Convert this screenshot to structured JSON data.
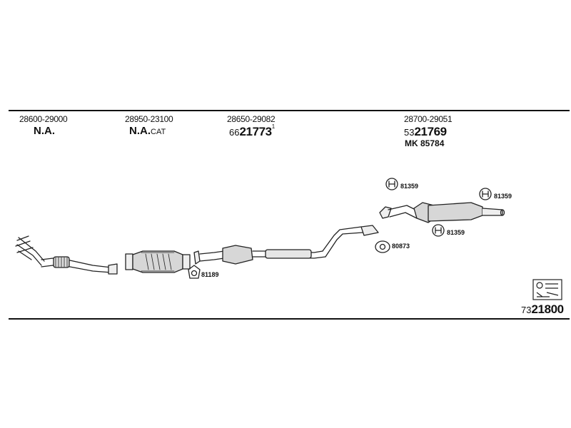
{
  "sections": [
    {
      "oe_number": "28600-29000",
      "part_label": "N.A.",
      "part_suffix": ""
    },
    {
      "oe_number": "28950-23100",
      "part_label": "N.A.",
      "part_suffix": "CAT"
    },
    {
      "oe_number": "28650-29082",
      "pn_prefix": "66",
      "pn_main": "21773",
      "pn_sup": "1"
    },
    {
      "oe_number": "28700-29051",
      "pn_prefix": "53",
      "pn_main": "21769",
      "extra": "MK  85784"
    }
  ],
  "callouts": {
    "gasket_front": "81189",
    "gasket_mid": "80873",
    "hanger_a": "81359",
    "hanger_b": "81359",
    "hanger_c": "81359"
  },
  "kit": {
    "prefix": "73",
    "main": "21800",
    "icon": "parts-kit-icon"
  }
}
